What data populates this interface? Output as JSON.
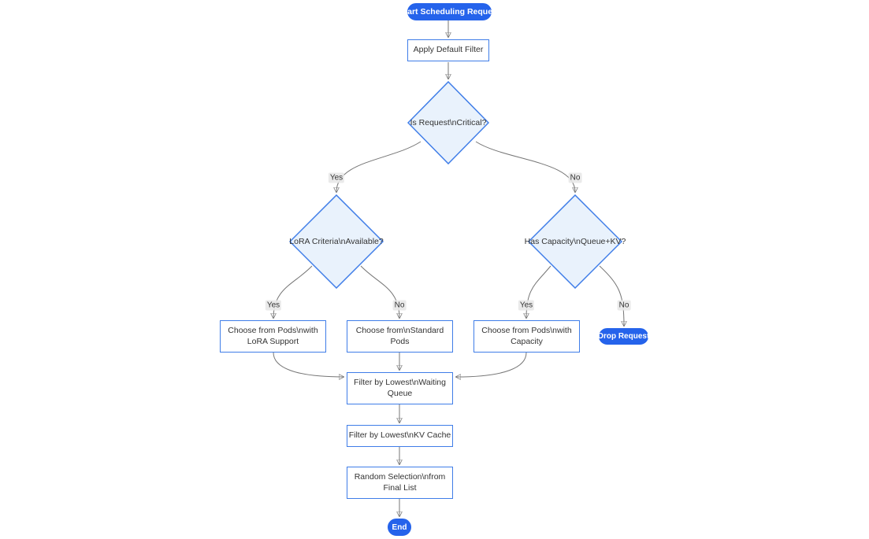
{
  "diagram": {
    "type": "flowchart",
    "direction": "top-down",
    "nodes": {
      "start": {
        "label": "Start Scheduling Request",
        "shape": "stadium"
      },
      "apply_filter": {
        "label": "Apply Default Filter",
        "shape": "rect"
      },
      "is_critical": {
        "label": "Is Request\\nCritical?",
        "shape": "diamond"
      },
      "lora_available": {
        "label": "LoRA Criteria\\nAvailable?",
        "shape": "diamond"
      },
      "has_capacity": {
        "label": "Has Capacity\\nQueue+KV?",
        "shape": "diamond"
      },
      "choose_lora": {
        "line1": "Choose from Pods\\nwith",
        "line2": "LoRA Support",
        "shape": "rect"
      },
      "choose_standard": {
        "line1": "Choose from\\nStandard",
        "line2": "Pods",
        "shape": "rect"
      },
      "choose_capacity": {
        "line1": "Choose from Pods\\nwith",
        "line2": "Capacity",
        "shape": "rect"
      },
      "drop_request": {
        "label": "Drop Request",
        "shape": "stadium"
      },
      "filter_queue": {
        "line1": "Filter by Lowest\\nWaiting",
        "line2": "Queue",
        "shape": "rect"
      },
      "filter_kv": {
        "label": "Filter by Lowest\\nKV Cache",
        "shape": "rect"
      },
      "random_selection": {
        "line1": "Random Selection\\nfrom",
        "line2": "Final List",
        "shape": "rect"
      },
      "end": {
        "label": "End",
        "shape": "stadium"
      }
    },
    "edge_labels": {
      "critical_yes": "Yes",
      "critical_no": "No",
      "lora_yes": "Yes",
      "lora_no": "No",
      "capacity_yes": "Yes",
      "capacity_no": "No"
    },
    "colors": {
      "filled_node": "#2563eb",
      "node_border": "#3f7de8",
      "diamond_fill": "#e9f2fc",
      "edge_line": "#757575",
      "arrowhead": "#333333",
      "text": "#333333",
      "edge_label_bg": "#e8e8e8"
    }
  }
}
